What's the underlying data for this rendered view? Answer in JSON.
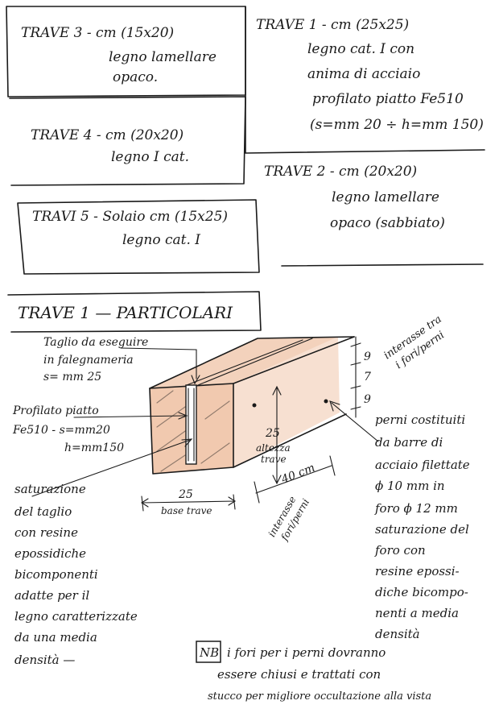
{
  "boxes": {
    "trave3": {
      "lines": [
        "TRAVE 3 - cm (15x20)",
        "legno lamellare",
        "opaco."
      ]
    },
    "trave4": {
      "lines": [
        "TRAVE 4 - cm (20x20)",
        "legno I cat."
      ]
    },
    "travi5": {
      "lines": [
        "TRAVI 5 - Solaio cm (15x25)",
        "legno cat. I"
      ]
    },
    "trave1": {
      "lines": [
        "TRAVE 1 - cm (25x25)",
        "legno cat. I con",
        "anima di acciaio",
        "profilato piatto Fe510",
        "(s=mm 20 ÷ h=mm 150)"
      ]
    },
    "trave2": {
      "lines": [
        "TRAVE 2 - cm (20x20)",
        "legno lamellare",
        "opaco (sabbiato)"
      ]
    }
  },
  "detail": {
    "title": "TRAVE 1 — PARTICOLARI",
    "cut_note": [
      "Taglio da eseguire",
      "in falegnameria",
      "s= mm 25"
    ],
    "plate_note": [
      "Profilato piatto",
      "Fe510 - s=mm20",
      "h=mm150"
    ],
    "filling_note": [
      "saturazione",
      "del taglio",
      "con resine",
      "epossidiche",
      "bicomponenti",
      "adatte per il",
      "legno caratterizzate",
      "da una media",
      "densità —"
    ],
    "pins_note": [
      "perni costituiti",
      "da barre di",
      "acciaio filettate",
      "ϕ 10 mm in",
      "foro ϕ 12 mm",
      "saturazione del",
      "foro con",
      "resine epossi-",
      "diche bicompo-",
      "nenti a media",
      "densità"
    ],
    "dim_9_top": "9",
    "dim_7": "7",
    "dim_9_bottom": "9",
    "interasse_vertical": [
      "interasse tra",
      "i fori/perni"
    ],
    "dim_25_height": [
      "25",
      "altezza",
      "trave"
    ],
    "dim_40": "40 cm",
    "interasse_horizontal": [
      "interasse",
      "fori/perni"
    ],
    "dim_25_base": [
      "25",
      "base trave"
    ],
    "nb_label": "NB",
    "nb_lines": [
      "i fori per i perni dovranno",
      "essere chiusi e trattati con",
      "stucco per migliore occultazione alla vista"
    ]
  },
  "colors": {
    "ink": "#1a1a1a",
    "wood_shading": "#e8a57a"
  }
}
